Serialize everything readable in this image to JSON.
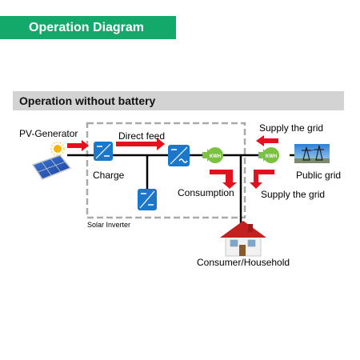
{
  "header": {
    "title": "Operation Diagram"
  },
  "section": {
    "title": "Operation without battery"
  },
  "labels": {
    "pv_generator": "PV-Generator",
    "direct_feed": "Direct feed",
    "charge": "Charge",
    "consumption": "Consumption",
    "solar_inverter": "Solar Inverter",
    "supply_grid_top": "Supply the grid",
    "supply_grid_bottom": "Supply the grid",
    "public_grid": "Public grid",
    "consumer": "Consumer/Household",
    "meter_left": "KWH",
    "meter_right": "KWH"
  },
  "colors": {
    "banner": "#13a96a",
    "arrow": "#e3101e",
    "module": "#1b77c9",
    "meter": "#7bc241",
    "section_bg": "#d3d3d3"
  },
  "icons": [
    "sun-icon",
    "solar-panel-icon",
    "converter-icon",
    "inverter-icon",
    "kwh-meter-icon",
    "power-tower-icon",
    "house-icon"
  ]
}
